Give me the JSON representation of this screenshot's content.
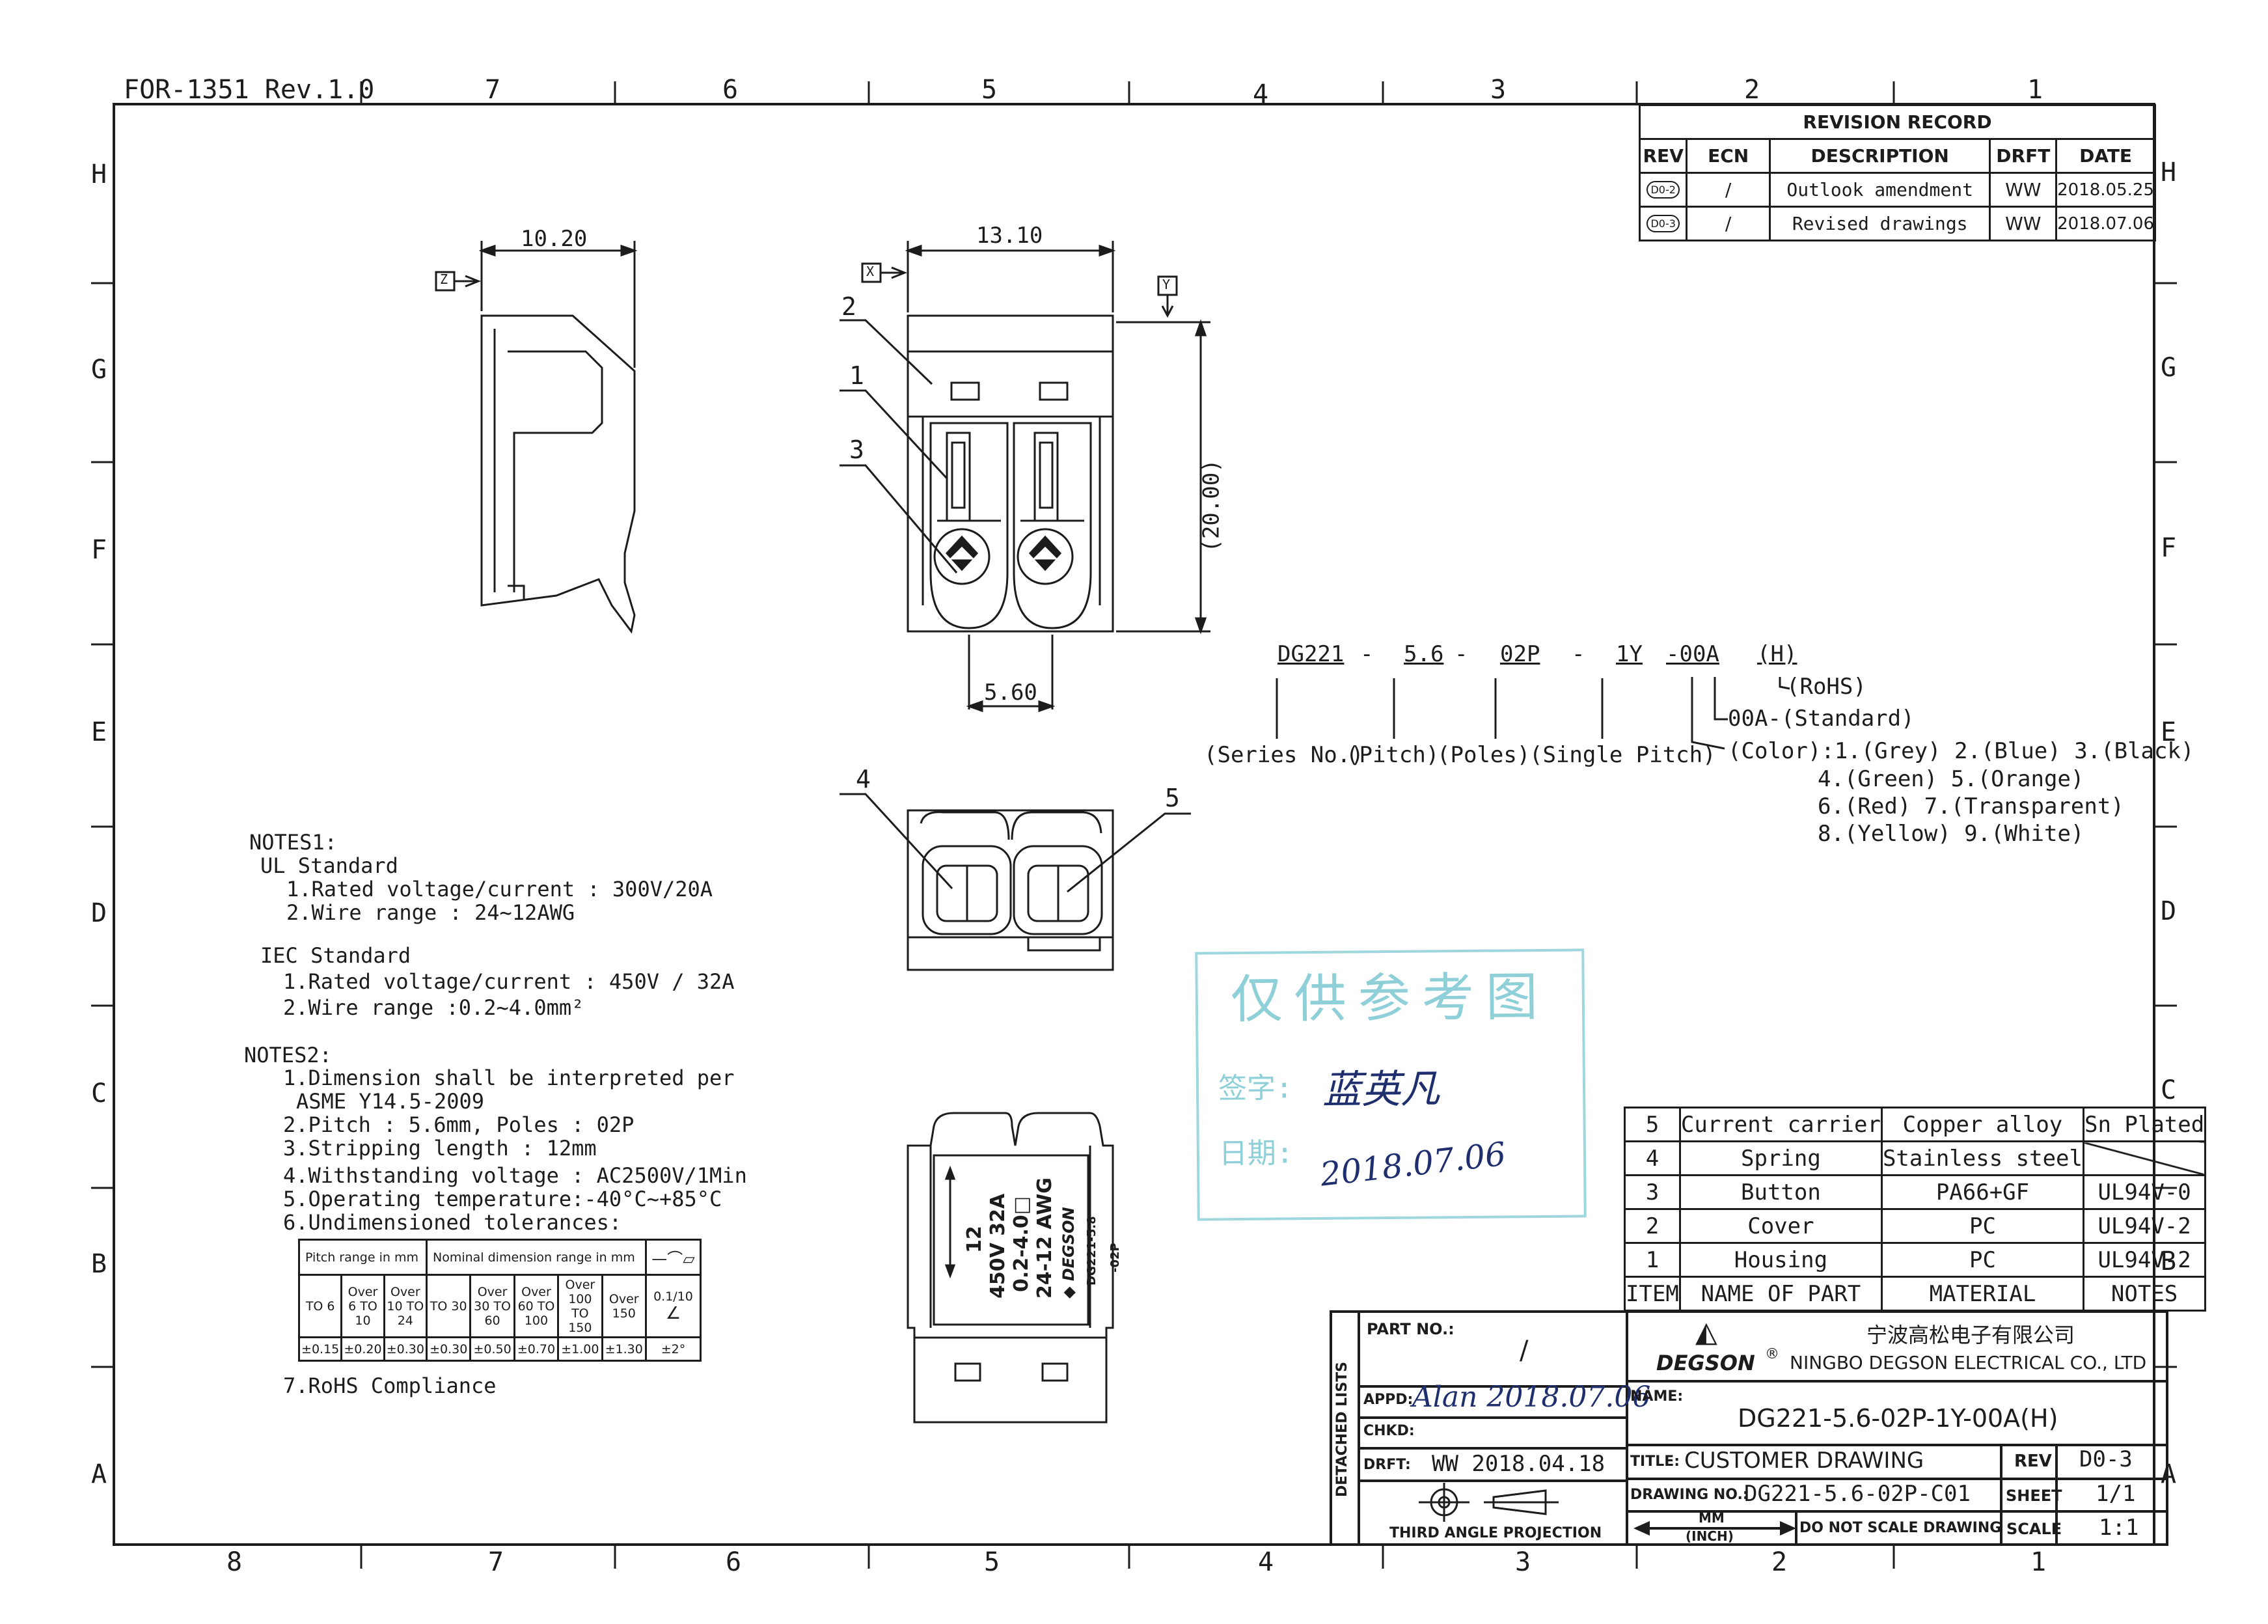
{
  "form_id": "FOR-1351 Rev.1.0",
  "grid": {
    "top_cols": [
      "7",
      "6",
      "5",
      "4",
      "3",
      "2",
      "1"
    ],
    "bottom_cols": [
      "8",
      "7",
      "6",
      "5",
      "4",
      "3",
      "2",
      "1"
    ],
    "rows": [
      "H",
      "G",
      "F",
      "E",
      "D",
      "C",
      "B",
      "A"
    ]
  },
  "revision": {
    "title": "REVISION RECORD",
    "headers": [
      "REV",
      "ECN",
      "DESCRIPTION",
      "DRFT",
      "DATE"
    ],
    "rows": [
      {
        "rev": "D0-2",
        "ecn": "/",
        "desc": "Outlook amendment",
        "drft": "WW",
        "date": "2018.05.25"
      },
      {
        "rev": "D0-3",
        "ecn": "/",
        "desc": "Revised drawings",
        "drft": "WW",
        "date": "2018.07.06"
      }
    ]
  },
  "dims": {
    "side_width": "10.20",
    "top_width": "13.10",
    "height": "(20.00)",
    "pitch": "5.60",
    "balloon_1": "1",
    "balloon_2": "2",
    "balloon_3": "3",
    "balloon_4": "4",
    "balloon_5": "5",
    "datum_z": "Z",
    "datum_x": "X",
    "datum_y": "Y"
  },
  "part_code": {
    "segments": [
      "DG221",
      "-",
      "5.6",
      "-",
      "02P",
      "-",
      "1Y",
      "-00A",
      "(H)"
    ],
    "rohs": "(RoHS)",
    "standard": "00A-(Standard)",
    "series": "(Series No.)",
    "pitch": "(Pitch)",
    "poles": "(Poles)",
    "single_pitch": "(Single Pitch)",
    "color_1": "(Color):1.(Grey) 2.(Blue) 3.(Black)",
    "color_2": "4.(Green) 5.(Orange)",
    "color_3": "6.(Red) 7.(Transparent)",
    "color_4": "8.(Yellow) 9.(White)"
  },
  "notes1": {
    "title": "NOTES1:",
    "ul": "UL Standard",
    "ul_1": "1.Rated voltage/current :  300V/20A",
    "ul_2": "2.Wire range :  24~12AWG",
    "iec": "IEC Standard",
    "iec_1": "1.Rated voltage/current :  450V / 32A",
    "iec_2": "2.Wire range :0.2~4.0mm²"
  },
  "notes2": {
    "title": "NOTES2:",
    "n1": "1.Dimension shall be interpreted per",
    "n1b": "ASME Y14.5-2009",
    "n2": "2.Pitch :  5.6mm, Poles :  02P",
    "n3": "3.Stripping length :  12mm",
    "n4": "4.Withstanding voltage :  AC2500V/1Min",
    "n5": "5.Operating temperature:-40°C~+85°C",
    "n6": "6.Undimensioned tolerances:",
    "n7": "7.RoHS Compliance"
  },
  "tolerance": {
    "pitch_header": "Pitch range in mm",
    "nominal_header": "Nominal dimension range in mm",
    "angle_header": "0.1/10",
    "ranges": [
      "TO 6",
      "Over 6 TO 10",
      "Over 10 TO 24",
      "TO 30",
      "Over 30 TO 60",
      "Over 60 TO 100",
      "Over 100 TO 150",
      "Over 150"
    ],
    "values": [
      "±0.15",
      "±0.20",
      "±0.30",
      "±0.30",
      "±0.50",
      "±0.70",
      "±1.00",
      "±1.30"
    ],
    "angle_value": "±2°"
  },
  "label": {
    "l1": "12",
    "l2": "450V 32A",
    "l3": "0.2-4.0□",
    "l4": "24-12 AWG",
    "brand": "DEGSON",
    "model": "DG221-5.8",
    "model2": "-02P"
  },
  "stamp": {
    "title": "仅供参考图",
    "sign_label": "签字:",
    "date_label": "日期:",
    "signature": "蓝英凡",
    "date": "2018.07.06"
  },
  "bom": {
    "rows": [
      {
        "item": "5",
        "name": "Current carrier",
        "material": "Copper alloy",
        "notes": "Sn Plated"
      },
      {
        "item": "4",
        "name": "Spring",
        "material": "Stainless steel",
        "notes": ""
      },
      {
        "item": "3",
        "name": "Button",
        "material": "PA66+GF",
        "notes": "UL94V-0"
      },
      {
        "item": "2",
        "name": "Cover",
        "material": "PC",
        "notes": "UL94V-2"
      },
      {
        "item": "1",
        "name": "Housing",
        "material": "PC",
        "notes": "UL94V-2"
      }
    ],
    "headers": [
      "ITEM",
      "NAME OF PART",
      "MATERIAL",
      "NOTES"
    ]
  },
  "title_block": {
    "part_no_label": "PART NO.:",
    "part_no": "/",
    "appd_label": "APPD:",
    "appd_sign": "Alan 2018.07.06",
    "chkd_label": "CHKD:",
    "drft_label": "DRFT:",
    "drft_value": "WW  2018.04.18",
    "detached": "DETACHED LISTS",
    "projection": "THIRD ANGLE PROJECTION",
    "company_cn": "宁波高松电子有限公司",
    "company_en": "NINGBO DEGSON ELECTRICAL CO., LTD",
    "logo": "DEGSON",
    "name_label": "NAME:",
    "name": "DG221-5.6-02P-1Y-00A(H)",
    "title_label": "TITLE:",
    "title": "CUSTOMER DRAWING",
    "rev_label": "REV",
    "rev": "D0-3",
    "dwg_label": "DRAWING NO.:",
    "dwg": "DG221-5.6-02P-C01",
    "sheet_label": "SHEET",
    "sheet": "1/1",
    "mm": "MM",
    "inch": "(INCH)",
    "noscale": "DO NOT SCALE DRAWING",
    "scale_label": "SCALE",
    "scale": "1:1"
  }
}
